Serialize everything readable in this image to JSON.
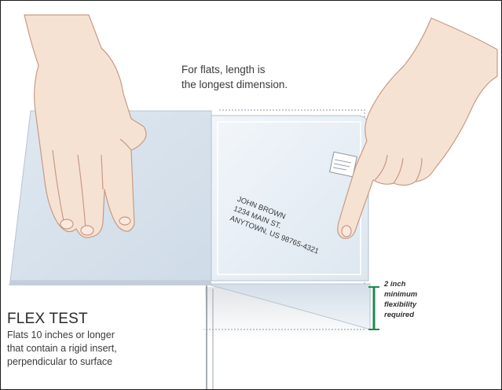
{
  "caption": {
    "line1": "For flats, length is",
    "line2": "the longest dimension."
  },
  "envelope": {
    "address_line1": "JOHN BROWN",
    "address_line2": "1234 MAIN ST.",
    "address_line3": "ANYTOWN, US 98765-4321"
  },
  "flex_test": {
    "title": "FLEX TEST",
    "desc_line1": "Flats 10 inches or longer",
    "desc_line2": "that contain a rigid insert,",
    "desc_line3": "perpendicular to surface"
  },
  "flex_note": {
    "line1": "2 inch",
    "line2": "minimum",
    "line3": "flexibility",
    "line4": "required"
  },
  "colors": {
    "envelope": "#e6eef5",
    "skin": "#f6e2d2",
    "skin_outline": "#c79a86",
    "indicator": "#1f8a4c"
  },
  "icons": [
    "left-hand-icon",
    "pointing-hand-icon",
    "postage-stamp-icon",
    "flexibility-indicator-icon"
  ]
}
